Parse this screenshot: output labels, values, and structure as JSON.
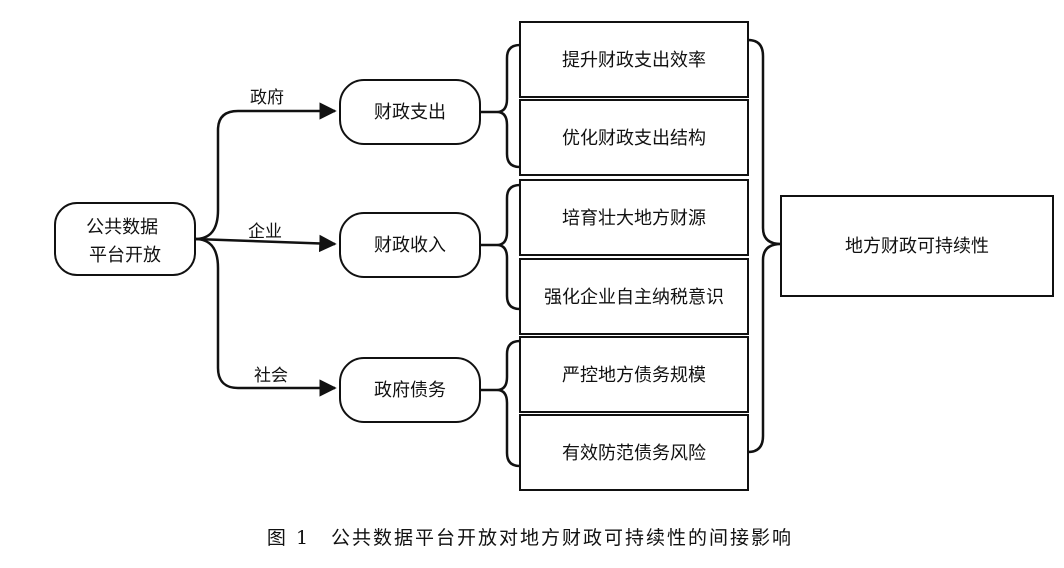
{
  "diagram": {
    "source": "公共数据\n平台开放",
    "edges": [
      {
        "label": "政府",
        "target": "财政支出"
      },
      {
        "label": "企业",
        "target": "财政收入"
      },
      {
        "label": "社会",
        "target": "政府债务"
      }
    ],
    "middle": [
      "财政支出",
      "财政收入",
      "政府债务"
    ],
    "details": [
      [
        "提升财政支出效率",
        "优化财政支出结构"
      ],
      [
        "培育壮大地方财源",
        "强化企业自主纳税意识"
      ],
      [
        "严控地方债务规模",
        "有效防范债务风险"
      ]
    ],
    "result": "地方财政可持续性"
  },
  "caption": "图 1　公共数据平台开放对地方财政可持续性的间接影响"
}
